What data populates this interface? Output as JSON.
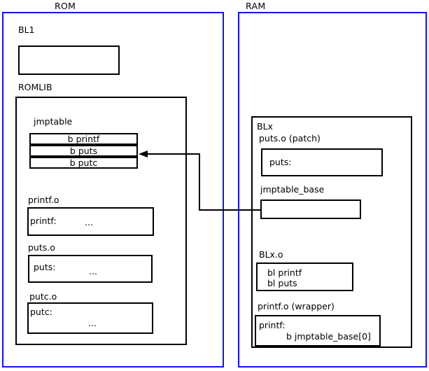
{
  "diagram": {
    "title": "ROM and RAM layout with jmptable indirection",
    "colors": {
      "region_border": "#1414f0",
      "box_border": "#000000",
      "background": "#ffffff",
      "text": "#000000"
    }
  },
  "rom": {
    "label": "ROM",
    "bl1": {
      "label": "BL1",
      "body": ""
    },
    "romlib": {
      "label": "ROMLIB",
      "jmptable": {
        "label": "jmptable",
        "rows": [
          {
            "text": "b printf"
          },
          {
            "text": "b puts"
          },
          {
            "text": "b putc"
          }
        ]
      },
      "objects": [
        {
          "label": "printf.o",
          "symbol": "printf:",
          "ellipsis": "..."
        },
        {
          "label": "puts.o",
          "symbol": "puts:",
          "ellipsis": "..."
        },
        {
          "label": "putc.o",
          "symbol": "putc:",
          "ellipsis": "..."
        }
      ]
    }
  },
  "ram": {
    "label": "RAM",
    "blx": {
      "label": "BLx",
      "puts_patch": {
        "label": "puts.o (patch)",
        "symbol": "puts:"
      },
      "jmptable_base": {
        "label": "jmptable_base",
        "body": ""
      },
      "blx_o": {
        "label": "BLx.o",
        "line1": "bl printf",
        "line2": "bl puts"
      },
      "printf_wrapper": {
        "label": "printf.o (wrapper)",
        "symbol": "printf:",
        "branch": "b jmptable_base[0]"
      }
    }
  },
  "connector": {
    "name": "jmptable-base-to-b-puts-arrow",
    "from": "jmptable_base",
    "to": "b puts",
    "direction": "left"
  }
}
